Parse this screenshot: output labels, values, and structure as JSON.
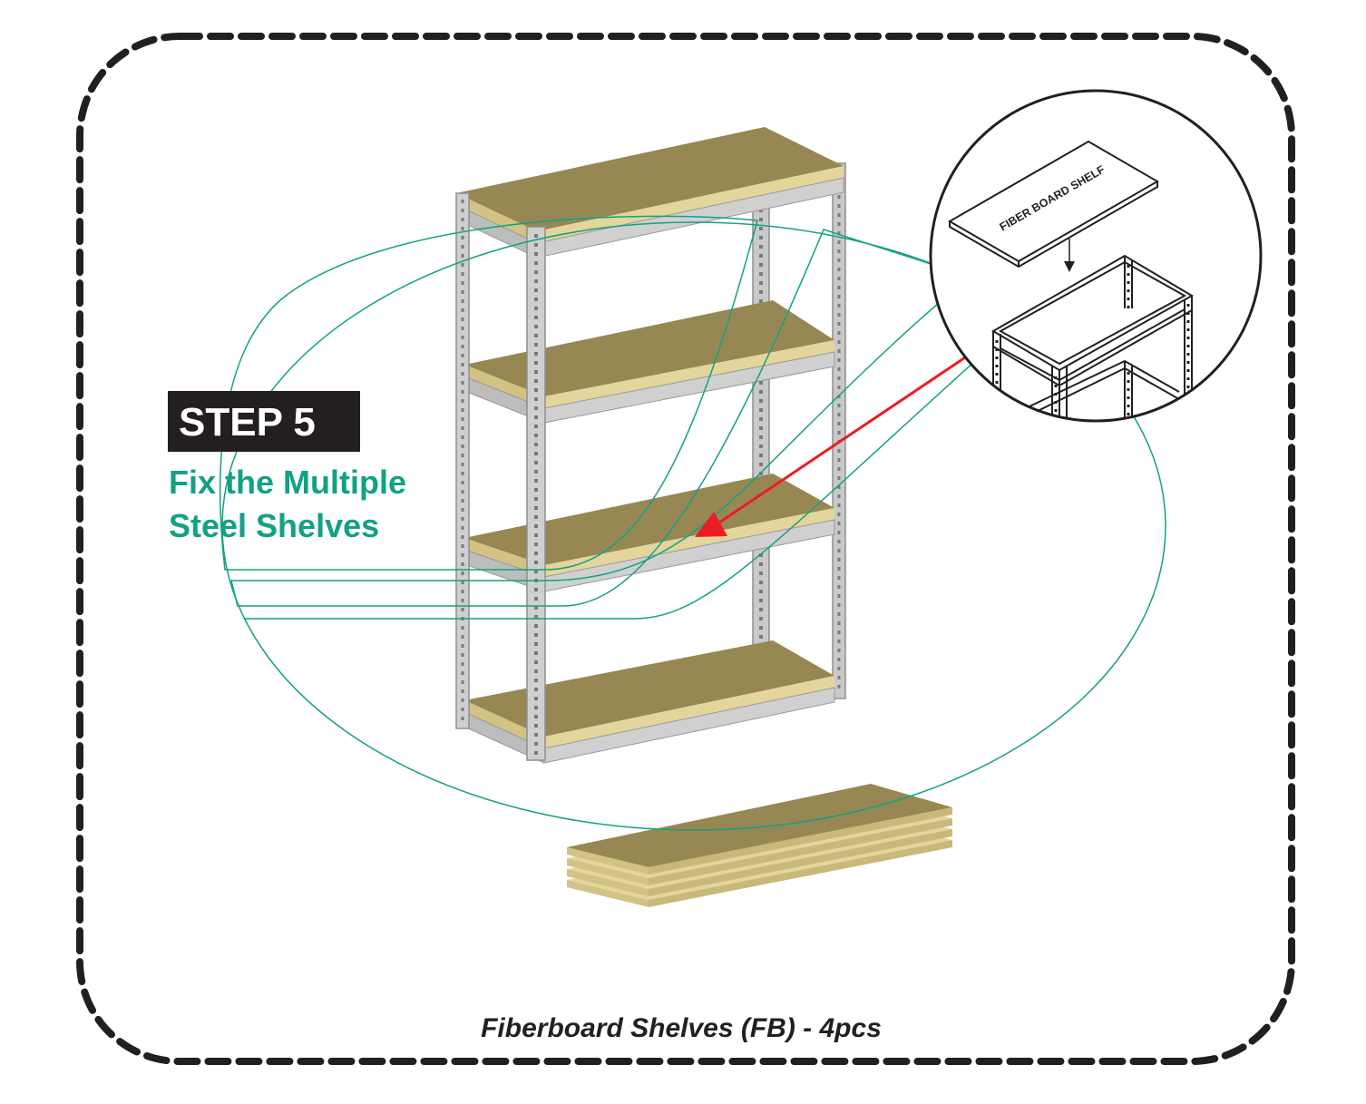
{
  "step": {
    "title": "STEP 5",
    "description_line1": "Fix the Multiple",
    "description_line2": "Steel Shelves"
  },
  "detail_label": "FIBER BOARD SHELF",
  "caption": "Fiberboard Shelves (FB) - 4pcs",
  "colors": {
    "frame_dash": "#231f20",
    "teal": "#13a184",
    "arrow_red": "#ed1c24",
    "board_top": "#9a8a4e",
    "board_edge": "#e8d9a0",
    "steel": "#c8c8c8",
    "badge_bg": "#231f20"
  }
}
